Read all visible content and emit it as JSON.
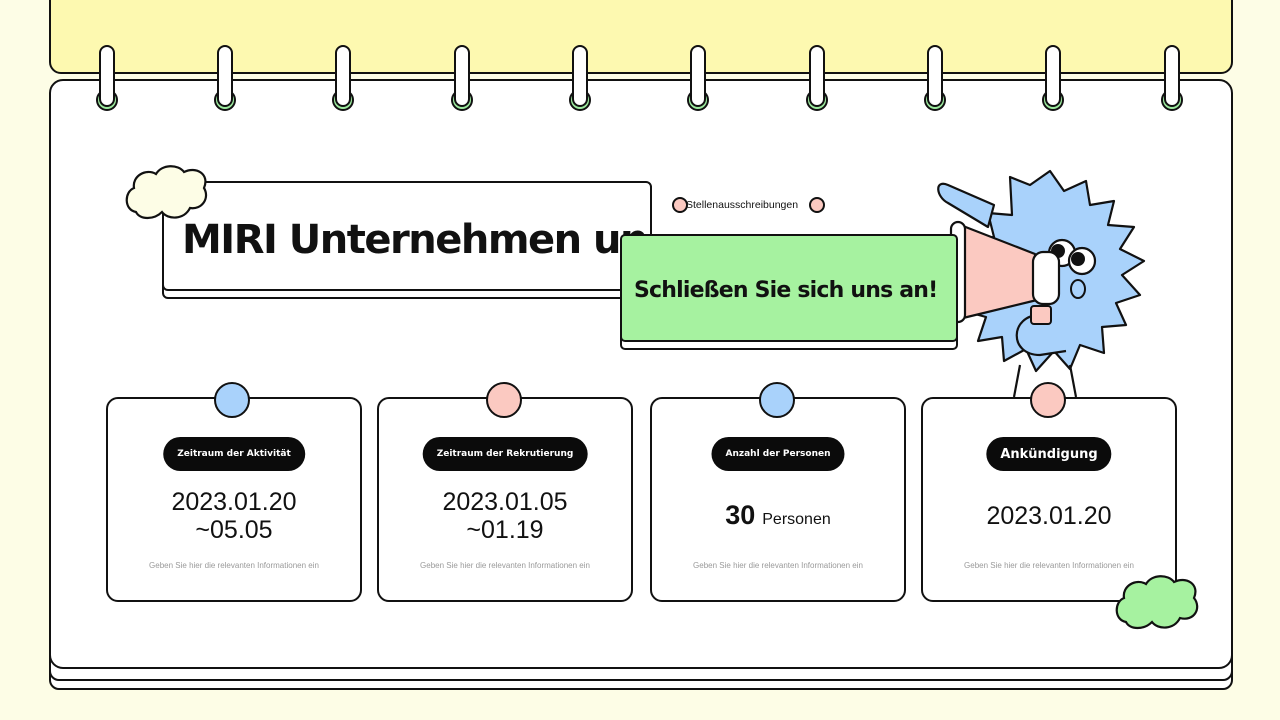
{
  "heading": {
    "title": "MIRI Unternehmen und",
    "tag": "Stellenausschreibungen",
    "banner": "Schließen Sie sich uns an!"
  },
  "cards": [
    {
      "label": "Zeitraum der Aktivität",
      "line1": "2023.01.20",
      "line2": "~05.05",
      "note": "Geben Sie hier die relevanten Informationen ein",
      "pin_color": "#a9d2fb"
    },
    {
      "label": "Zeitraum der Rekrutierung",
      "line1": "2023.01.05",
      "line2": "~01.19",
      "note": "Geben Sie hier die relevanten Informationen ein",
      "pin_color": "#fbc9c1"
    },
    {
      "label": "Anzahl der Personen",
      "count": "30",
      "unit": "Personen",
      "note": "Geben Sie hier die relevanten Informationen ein",
      "pin_color": "#a9d2fb"
    },
    {
      "label": "Ankündigung",
      "line1": "2023.01.20",
      "note": "Geben Sie hier die relevanten Informationen ein",
      "pin_color": "#fbc9c1"
    }
  ],
  "colors": {
    "background": "#fdfde6",
    "back_sheet": "#fdf9b0",
    "ring": "#9deb9f",
    "banner": "#a6f2a0",
    "mascot": "#a9d2fb",
    "megaphone": "#fbc9c1",
    "cloud_cream": "#fdfde6",
    "cloud_green": "#a6f2a0"
  },
  "icons": [
    "spiral-ring-icon",
    "cloud-icon",
    "mascot-illustration",
    "megaphone-icon"
  ]
}
